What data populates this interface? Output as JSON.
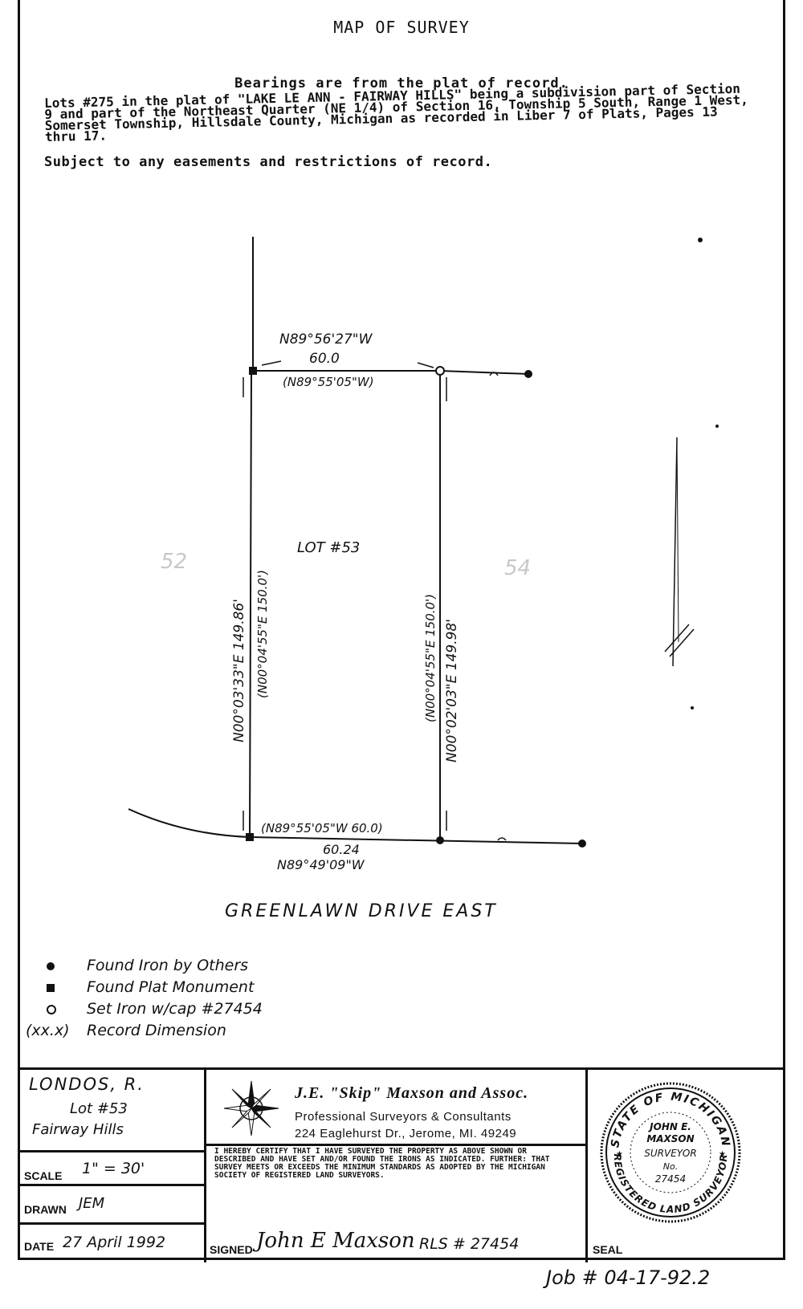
{
  "header": {
    "title": "MAP OF SURVEY",
    "bearing_note": "Bearings are from the plat of record.",
    "legal_description": "Lots #275 in the plat of \"LAKE LE ANN - FAIRWAY HILLS\" being a subdivision part of Section 9 and part of the Northeast Quarter (NE 1/4) of Section 16, Township 5 South, Range 1 West, Somerset Township, Hillsdale County, Michigan as recorded in Liber 7 of Plats, Pages 13 thru 17.",
    "subject_note": "Subject to any easements and restrictions of record."
  },
  "map": {
    "top_bearing": "N89°56'27\"W",
    "top_distance": "60.0",
    "top_record": "(N89°55'05\"W)",
    "west_measured": "N00°03'33\"E 149.86'",
    "west_record": "(N00°04'55\"E 150.0')",
    "east_record": "(N00°04'55\"E 150.0')",
    "east_measured": "N00°02'03\"E 149.98'",
    "lot_label": "LOT #53",
    "adjacent_west": "52",
    "adjacent_east": "54",
    "bottom_record": "(N89°55'05\"W 60.0)",
    "bottom_distance": "60.24",
    "bottom_bearing": "N89°49'09\"W",
    "street": "GREENLAWN DRIVE EAST"
  },
  "legend": {
    "found_iron": "Found Iron by Others",
    "plat_monument": "Found Plat Monument",
    "set_iron": "Set Iron w/cap #27454",
    "record_symbol": "(xx.x)",
    "record_dimension": "Record Dimension"
  },
  "title_block": {
    "client": "LONDOS, R.",
    "lot": "Lot #53",
    "subdivision": "Fairway Hills",
    "scale_label": "SCALE",
    "scale_value": "1\" = 30'",
    "drawn_label": "DRAWN",
    "drawn_value": "JEM",
    "date_label": "DATE",
    "date_value": "27 April 1992",
    "firm_name": "J.E. \"Skip\" Maxson and Assoc.",
    "firm_tagline": "Professional Surveyors & Consultants",
    "firm_address": "224 Eaglehurst Dr., Jerome, MI. 49249",
    "certification": "I HEREBY CERTIFY THAT I HAVE SURVEYED THE PROPERTY AS ABOVE SHOWN OR DESCRIBED AND HAVE SET AND/OR FOUND THE IRONS AS INDICATED. FURTHER: THAT SURVEY MEETS OR EXCEEDS THE MINIMUM STANDARDS AS ADOPTED BY THE MICHIGAN SOCIETY OF REGISTERED LAND SURVEYORS.",
    "signed_label": "SIGNED",
    "signature": "John E Maxson",
    "rls": "RLS # 27454",
    "seal_label": "SEAL"
  },
  "seal": {
    "ring_top": "STATE OF MICHIGAN",
    "ring_bottom": "REGISTERED LAND SURVEYOR",
    "name": "JOHN E.",
    "surname": "MAXSON",
    "title": "SURVEYOR",
    "no_label": "No.",
    "number": "27454"
  },
  "job_number": "Job # 04-17-92.2"
}
